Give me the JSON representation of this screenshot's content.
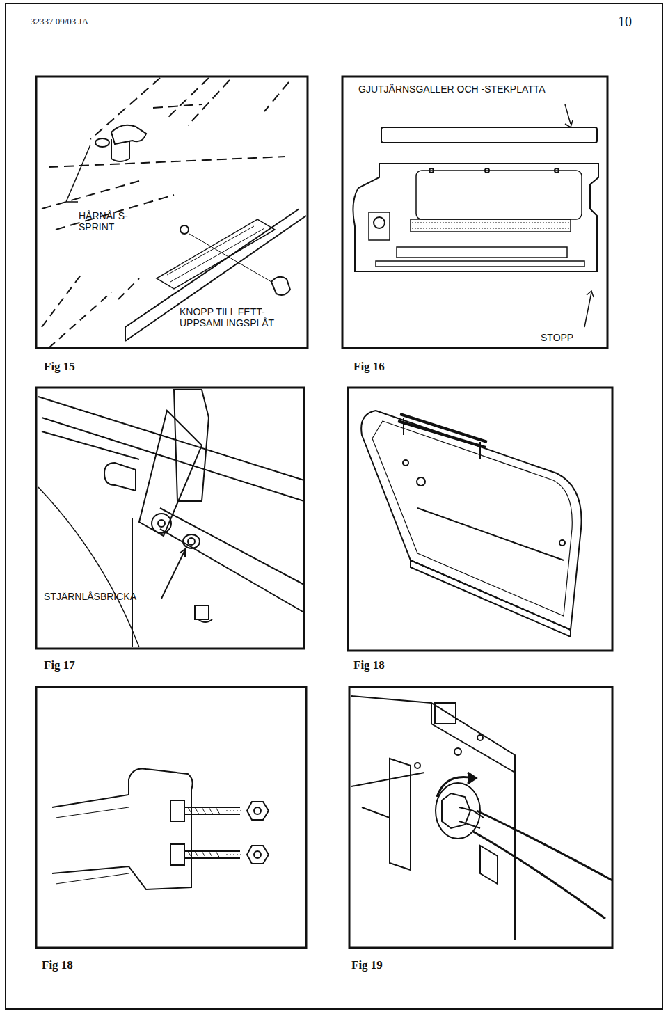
{
  "diagram": {
    "labels": [
      "32337 09/03 JA",
      "10",
      "HÅRNÅLS- SPRINT",
      "KNOPP TILL FETT- UPPSAMLINGSPLÅT",
      "GJUTJÄRNSGALLER OCH -STEKPLATTA",
      "STOPP",
      "Fig 15",
      "Fig 16",
      "STJÄRNLÅSBRICKA",
      "Fig 17",
      "Fig 18",
      "Fig 18",
      "Fig 19"
    ]
  }
}
